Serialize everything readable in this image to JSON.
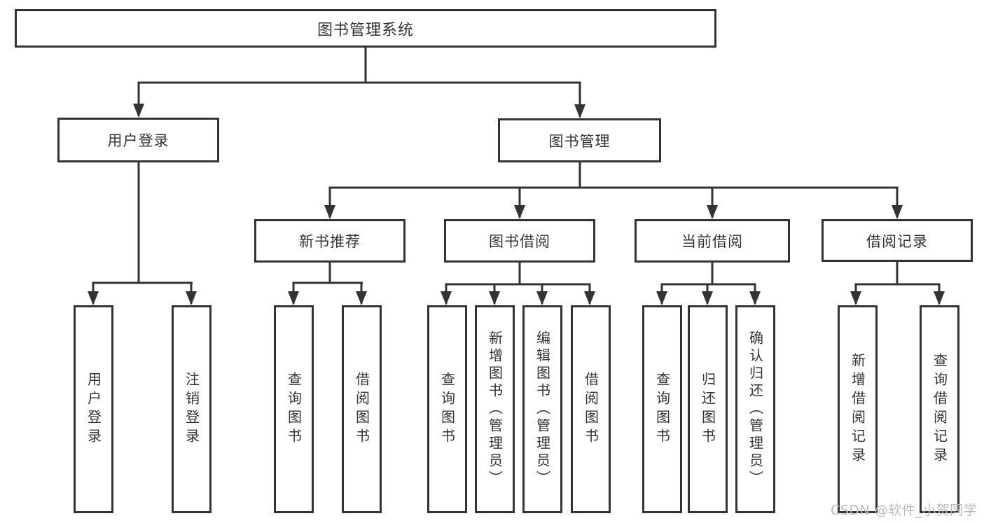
{
  "tree": {
    "label": "图书管理系统",
    "children": [
      {
        "label": "用户登录",
        "children": [
          {
            "label": "用户登录"
          },
          {
            "label": "注销登录"
          }
        ]
      },
      {
        "label": "图书管理",
        "children": [
          {
            "label": "新书推荐",
            "children": [
              {
                "label": "查询图书"
              },
              {
                "label": "借阅图书"
              }
            ]
          },
          {
            "label": "图书借阅",
            "children": [
              {
                "label": "查询图书"
              },
              {
                "label": "新增图书（管理员）"
              },
              {
                "label": "编辑图书（管理员）"
              },
              {
                "label": "借阅图书"
              }
            ]
          },
          {
            "label": "当前借阅",
            "children": [
              {
                "label": "查询图书"
              },
              {
                "label": "归还图书"
              },
              {
                "label": "确认归还（管理员）"
              }
            ]
          },
          {
            "label": "借阅记录",
            "children": [
              {
                "label": "新增借阅记录"
              },
              {
                "label": "查询借阅记录"
              }
            ]
          }
        ]
      }
    ]
  },
  "watermark": {
    "text": "CSDN @软件_小贺同学"
  },
  "colors": {
    "line": "#333333",
    "box_border": "#333333",
    "box_background": "#ffffff",
    "text": "#333333",
    "watermark": "#bababa"
  }
}
